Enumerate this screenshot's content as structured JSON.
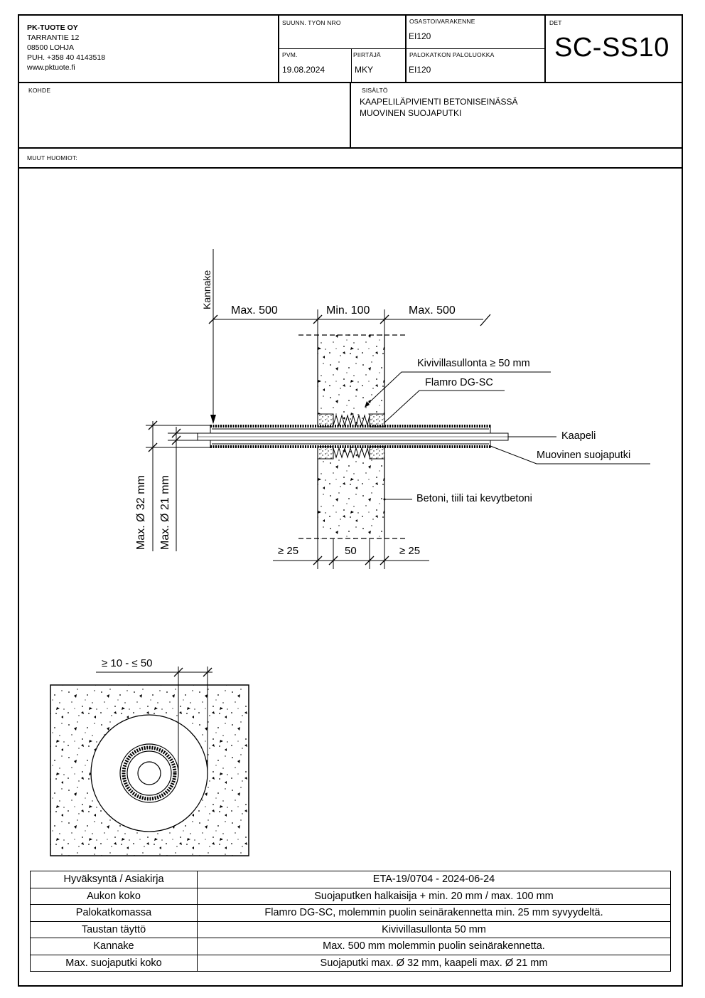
{
  "company": {
    "name": "PK-TUOTE OY",
    "address": "TARRANTIE 12",
    "postal": "08500 LOHJA",
    "phone": "PUH. +358 40 4143518",
    "web": "www.pktuote.fi"
  },
  "header": {
    "job_label": "SUUNN. TYÖN NRO",
    "job_value": "",
    "structure_label": "OSASTOIVARAKENNE",
    "structure_value": "EI120",
    "det_label": "DET",
    "det_code": "SC-SS10",
    "date_label": "PVM.",
    "date_value": "19.08.2024",
    "drawer_label": "PIIRTÄJÄ",
    "drawer_value": "MKY",
    "fire_class_label": "PALOKATKON PALOLUOKKA",
    "fire_class_value": "EI120",
    "target_label": "KOHDE",
    "content_label": "SISÄLTÖ",
    "content_line1": "KAAPELILÄPIVIENTI BETONISEINÄSSÄ",
    "content_line2": "MUOVINEN SUOJAPUTKI",
    "notes_label": "MUUT HUOMIOT:"
  },
  "drawing": {
    "support": "Kannake",
    "max500_left": "Max. 500",
    "min100": "Min. 100",
    "max500_right": "Max. 500",
    "wool_fill": "Kivivillasullonta ≥ 50 mm",
    "flamro": "Flamro DG-SC",
    "cable": "Kaapeli",
    "conduit": "Muovinen suojaputki",
    "wall": "Betoni, tiili tai kevytbetoni",
    "dia_conduit": "Max. Ø 32 mm",
    "dia_cable": "Max. Ø 21 mm",
    "depth_left": "≥ 25",
    "depth_mid": "50",
    "depth_right": "≥ 25",
    "gap": "≥ 10 - ≤ 50"
  },
  "specs": [
    {
      "key": "Hyväksyntä / Asiakirja",
      "value": "ETA-19/0704 - 2024-06-24"
    },
    {
      "key": "Aukon koko",
      "value": "Suojaputken halkaisija + min. 20 mm / max. 100 mm"
    },
    {
      "key": "Palokatkomassa",
      "value": "Flamro DG-SC, molemmin puolin seinärakennetta min. 25 mm syvyydeltä."
    },
    {
      "key": "Taustan täyttö",
      "value": "Kivivillasullonta 50 mm"
    },
    {
      "key": "Kannake",
      "value": "Max. 500 mm molemmin puolin seinärakennetta."
    },
    {
      "key": "Max. suojaputki koko",
      "value": "Suojaputki max. Ø 32 mm, kaapeli max. Ø 21 mm"
    }
  ]
}
